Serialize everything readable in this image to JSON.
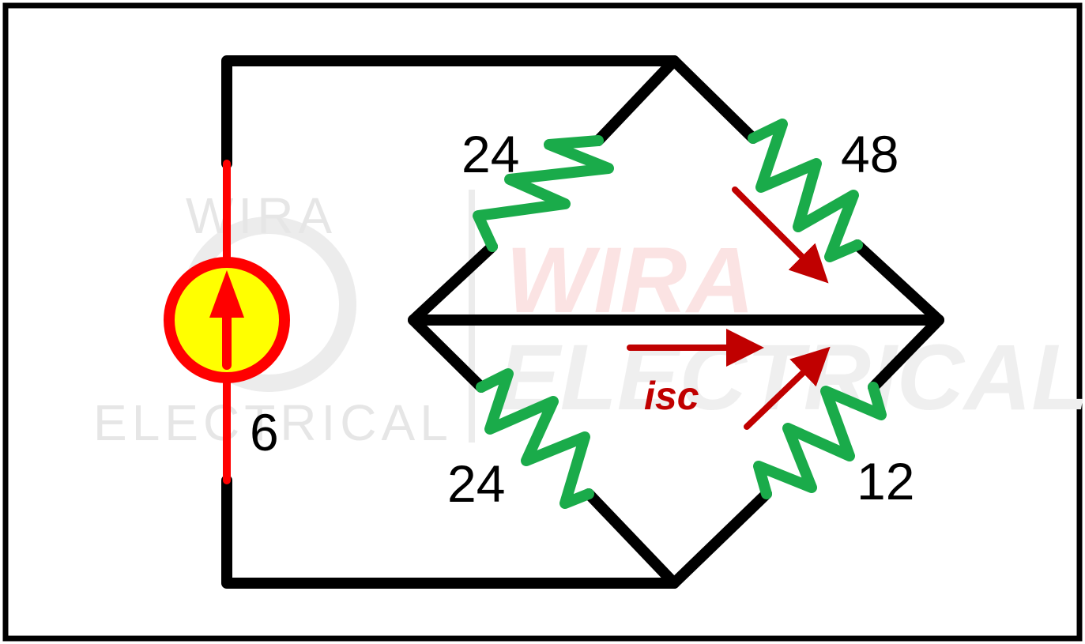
{
  "colors": {
    "wire": "#000000",
    "resistor": "#1aab4a",
    "source_ring": "#ff0000",
    "source_fill": "#ffff00",
    "arrow": "#c00000",
    "watermark": "#e9e9e9",
    "watermark_accent": "#fbe3e3"
  },
  "source": {
    "value": "6",
    "icon": "current-source-arrow-up"
  },
  "resistors": {
    "top_left": "24",
    "top_right": "48",
    "bottom_left": "24",
    "bottom_right": "12"
  },
  "current": {
    "label": "isc"
  },
  "watermark": {
    "left_line1": "WIRA",
    "left_line2": "ELECTRICAL",
    "center_line1": "WIRA",
    "center_line2": "ELECTRICAL"
  }
}
